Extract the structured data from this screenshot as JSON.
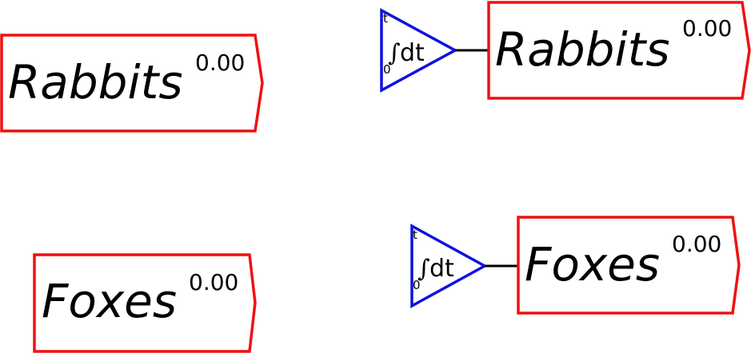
{
  "colors": {
    "variable_border": "#ee1111",
    "integrator_border": "#1111dd",
    "wire": "#000000"
  },
  "variables": {
    "rabbits_var": {
      "name": "Rabbits",
      "value": "0.00"
    },
    "foxes_var": {
      "name": "Foxes",
      "value": "0.00"
    },
    "rabbits_int": {
      "name": "Rabbits",
      "value": "0.00"
    },
    "foxes_int": {
      "name": "Foxes",
      "value": "0.00"
    }
  },
  "integrators": {
    "rabbits": {
      "upper": "t",
      "lower": "0",
      "sign": "∫",
      "expr": "dt"
    },
    "foxes": {
      "upper": "t",
      "lower": "0",
      "sign": "∫",
      "expr": "dt"
    }
  }
}
